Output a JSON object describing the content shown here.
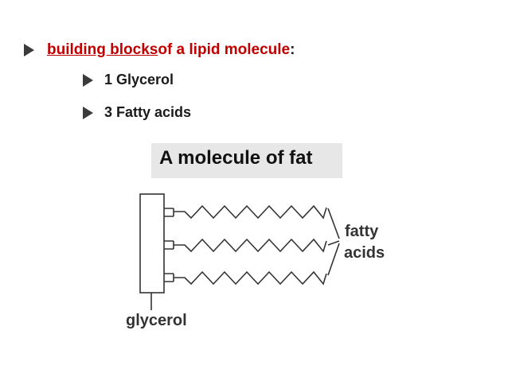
{
  "bullets": {
    "main": {
      "part1": "building blocks",
      "part2": " of a lipid molecule",
      "part3": ":"
    },
    "sub1": "1 Glycerol",
    "sub2": "3 Fatty acids"
  },
  "caption": "A molecule of fat",
  "diagram": {
    "label_fatty": "fatty",
    "label_acids": "acids",
    "label_glycerol": "glycerol"
  },
  "colors": {
    "accent": "#c00000",
    "text": "#1a1a1a",
    "caption_bg": "#e7e7e7"
  }
}
